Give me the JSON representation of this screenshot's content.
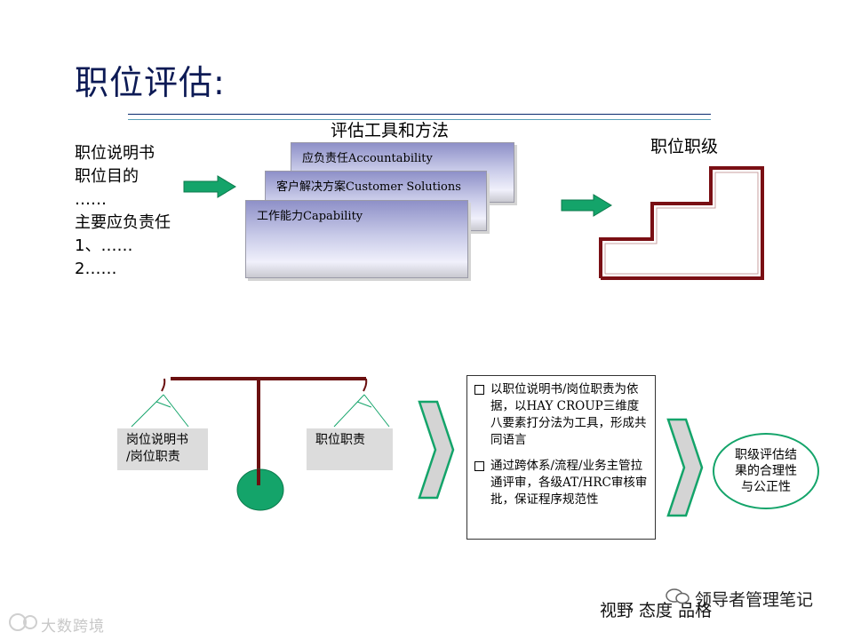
{
  "title": "职位评估:",
  "tools_heading": "评估工具和方法",
  "left_list": [
    "职位说明书",
    "职位目的",
    "……",
    "主要应负责任",
    "1、……",
    "2……"
  ],
  "cards": [
    "应负责任Accountability",
    "客户解决方案Customer  Solutions",
    "工作能力Capability"
  ],
  "level_label": "职位职级",
  "balance_left": "岗位说明书\n/岗位职责",
  "balance_right": "职位职责",
  "info_items": [
    "以职位说明书/岗位职责为依据，以HAY  CROUP三维度八要素打分法为工具，形成共同语言",
    "通过跨体系/流程/业务主管拉通评审，各级AT/HRC审核审批，保证程序规范性"
  ],
  "result_text": "职级评估结果的合理性与公正性",
  "footer_text": "视野  态度  品格",
  "brand_text": "领导者管理笔记",
  "watermark_text": "大数跨境",
  "colors": {
    "title": "#0c1a55",
    "rule": "#0a2a6e",
    "arrow_green": "#14a46a",
    "stair": "#7a0f14",
    "balance": "#6b1010",
    "chevron_fill": "#d4d4d4",
    "chevron_stroke": "#14a46a"
  }
}
